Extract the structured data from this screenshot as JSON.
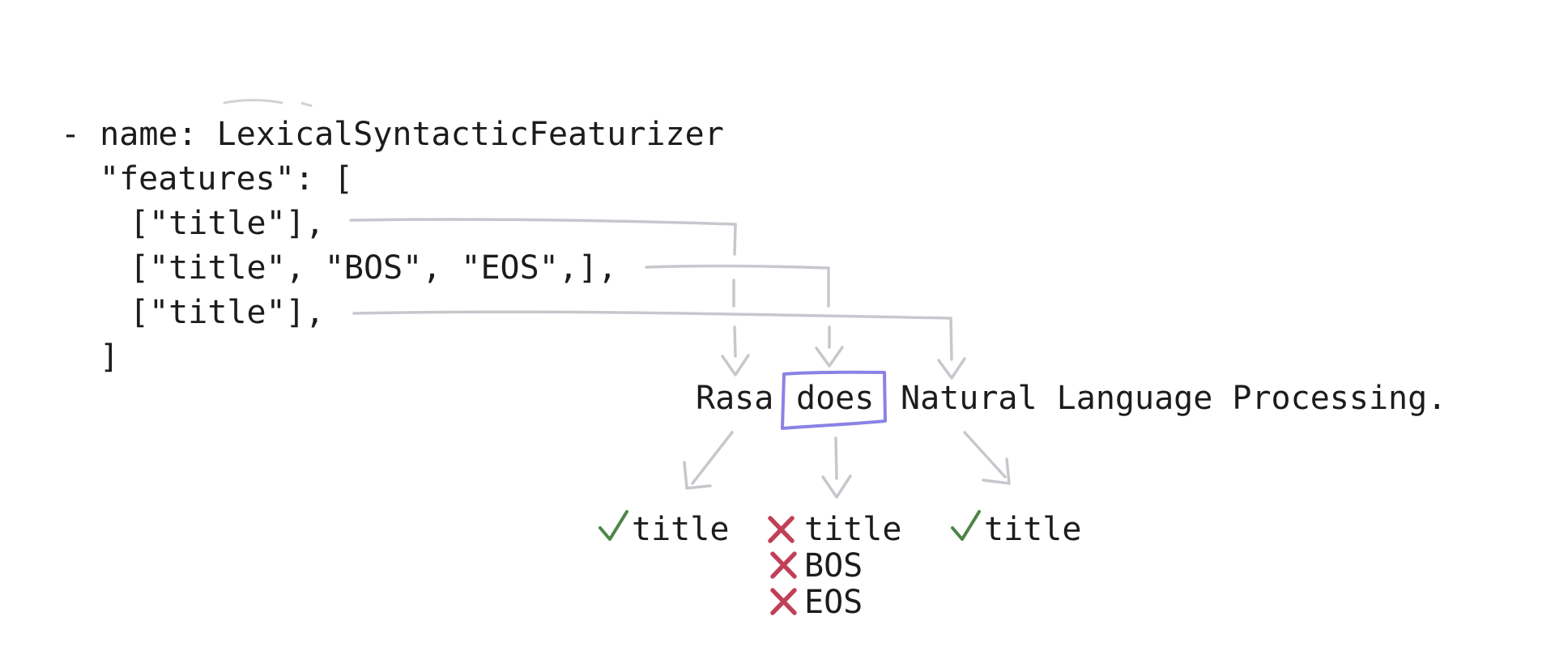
{
  "colors": {
    "text": "#1c1c1e",
    "line_gray": "#c5c8cd",
    "faint_gray": "#d2d2d2",
    "check_green": "#4e8547",
    "cross_red": "#c04058",
    "box_purple": "#8b82e6"
  },
  "code_block": {
    "lines": [
      "- name: LexicalSyntacticFeaturizer",
      "\"features\": [",
      "[\"title\"],",
      "[\"title\", \"BOS\", \"EOS\",],",
      "[\"title\"],",
      "]"
    ]
  },
  "sentence": {
    "word_before": "Rasa",
    "word_boxed": "does",
    "words_after": "Natural Language Processing."
  },
  "results": [
    {
      "token": "Rasa",
      "items": [
        {
          "mark": "check",
          "label": "title"
        }
      ]
    },
    {
      "token": "does",
      "items": [
        {
          "mark": "cross",
          "label": "title"
        },
        {
          "mark": "cross",
          "label": "BOS"
        },
        {
          "mark": "cross",
          "label": "EOS"
        }
      ]
    },
    {
      "token": "Natural",
      "items": [
        {
          "mark": "check",
          "label": "title"
        }
      ]
    }
  ]
}
